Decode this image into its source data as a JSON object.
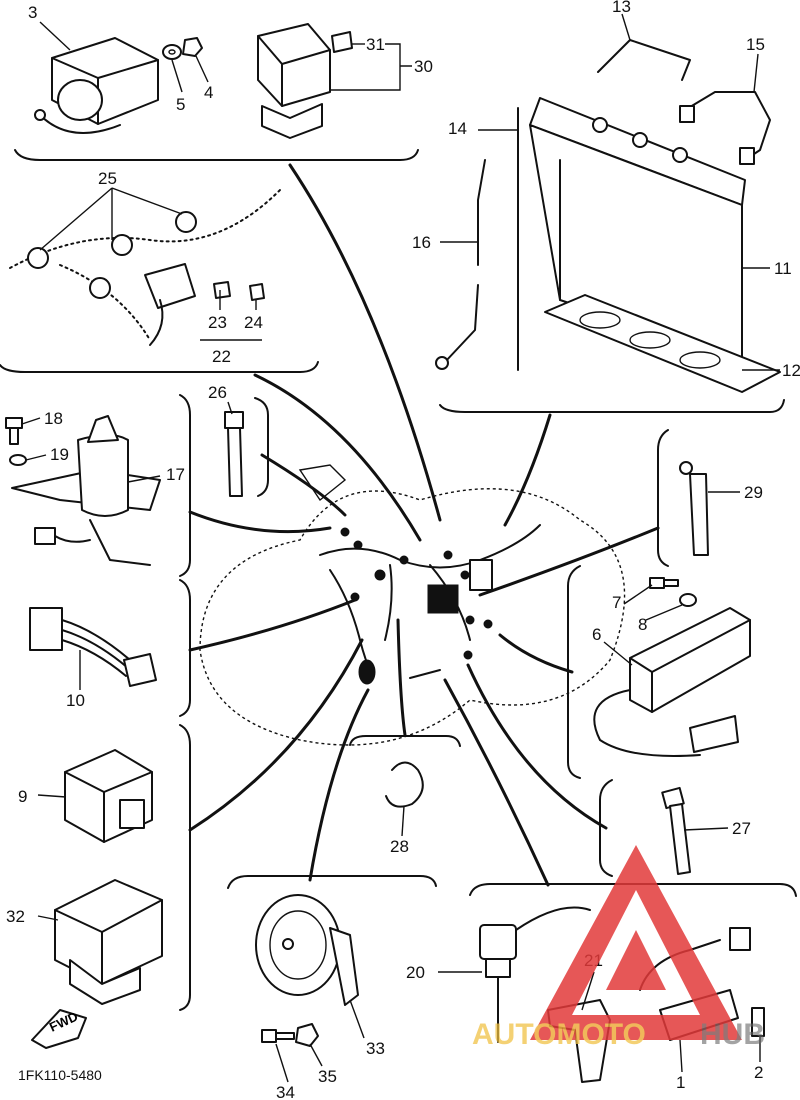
{
  "diagram": {
    "drawing_code": "1FK110-5480",
    "front_arrow_label": "FWD",
    "callouts": [
      "1",
      "2",
      "3",
      "4",
      "5",
      "6",
      "7",
      "8",
      "9",
      "10",
      "11",
      "12",
      "13",
      "14",
      "15",
      "16",
      "17",
      "18",
      "19",
      "20",
      "21",
      "22",
      "23",
      "24",
      "25",
      "26",
      "27",
      "28",
      "29",
      "30",
      "31",
      "32",
      "33",
      "34",
      "35"
    ],
    "watermark": {
      "text_left": "AUTOMOTO",
      "text_right": "HUB",
      "color_primary": "#e23a3a",
      "color_secondary": "#f0c040",
      "color_dark": "#666666"
    }
  }
}
